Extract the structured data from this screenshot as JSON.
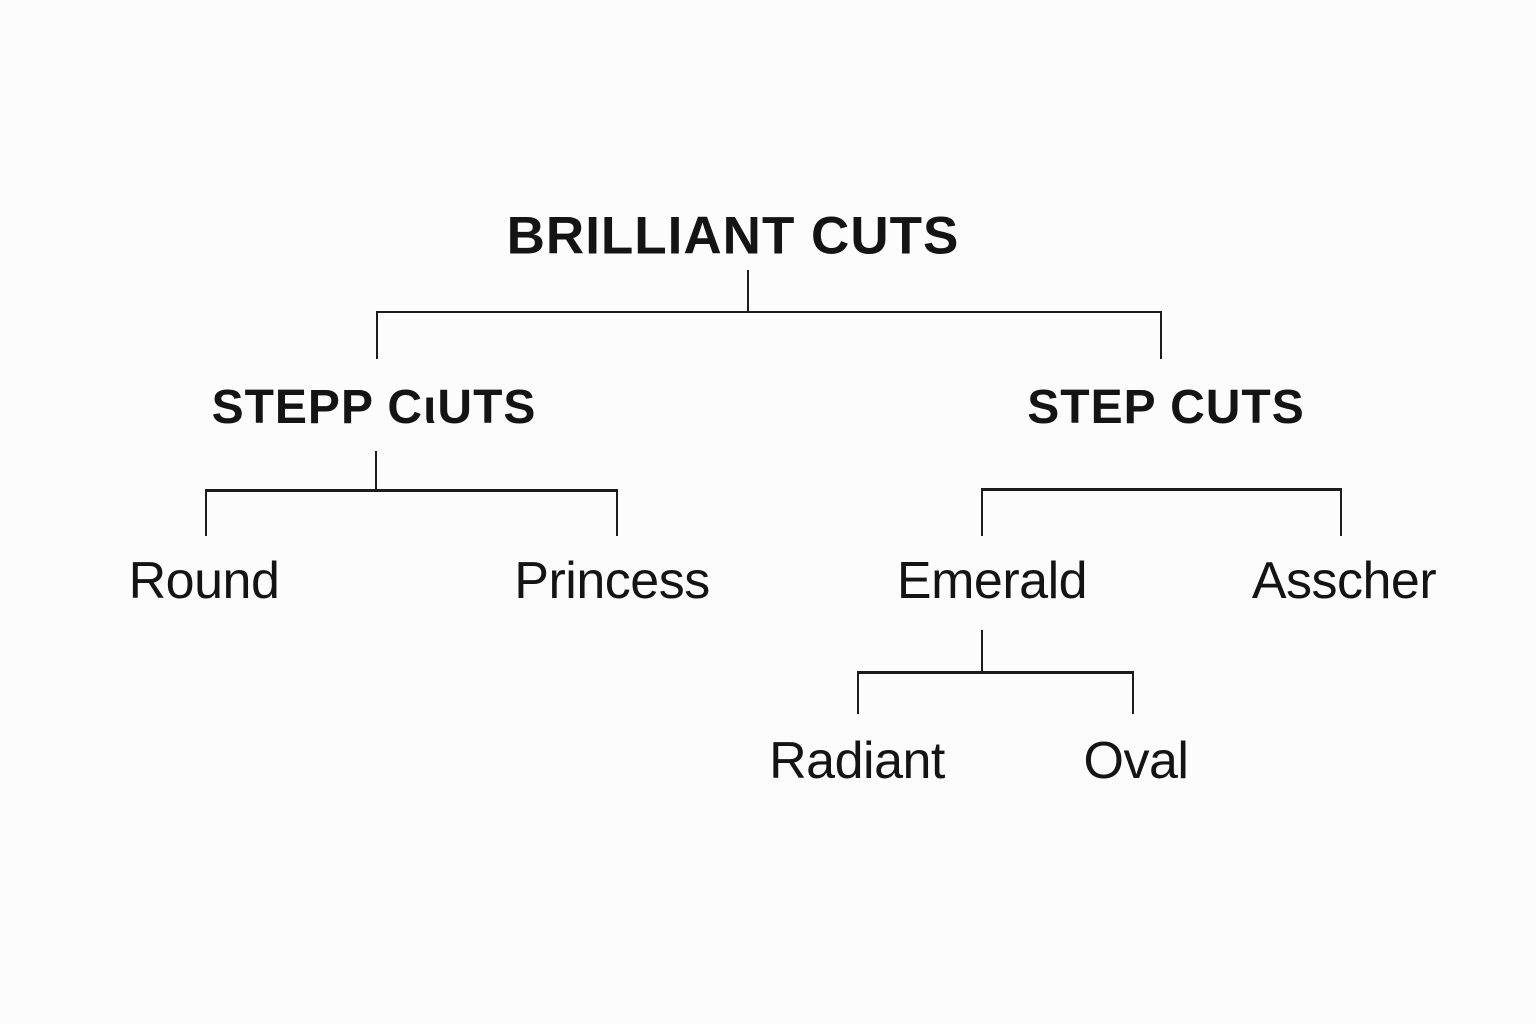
{
  "diagram_type": "tree",
  "colors": {
    "background": "#fcfcfc",
    "text": "#141414",
    "line": "#1c1c1c"
  },
  "nodes": {
    "root": {
      "label": "BRILLIANT CUTS",
      "children": [
        "left_branch",
        "right_branch"
      ]
    },
    "left_branch": {
      "label": "STEPP CιUTS",
      "children": [
        "round",
        "princess"
      ]
    },
    "right_branch": {
      "label": "STEP CUTS",
      "children": [
        "emerald",
        "asscher"
      ]
    },
    "round": {
      "label": "Round",
      "children": []
    },
    "princess": {
      "label": "Princess",
      "children": []
    },
    "emerald": {
      "label": "Emerald",
      "children": [
        "radiant",
        "oval"
      ]
    },
    "asscher": {
      "label": "Asscher",
      "children": []
    },
    "radiant": {
      "label": "Radiant",
      "children": []
    },
    "oval": {
      "label": "Oval",
      "children": []
    }
  }
}
